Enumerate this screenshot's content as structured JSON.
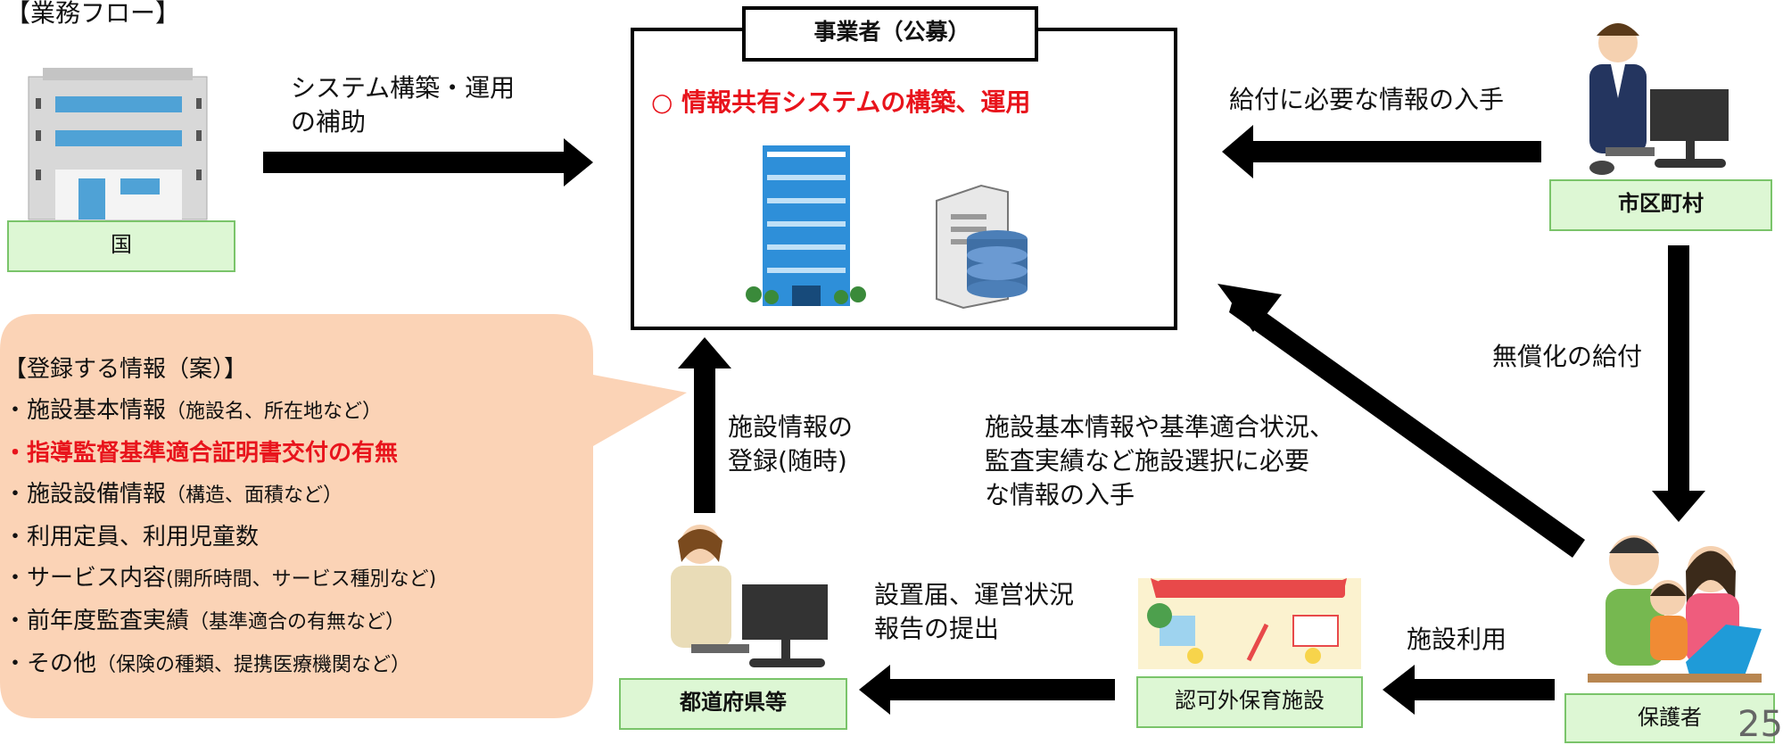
{
  "title": "【業務フロー】",
  "operator": {
    "header": "事業者（公募）",
    "item": "○ 情報共有システムの構築、運用"
  },
  "actors": {
    "national": "国",
    "municipality": "市区町村",
    "prefecture": "都道府県等",
    "facility": "認可外保育施設",
    "guardian": "保護者"
  },
  "flows": {
    "national_to_operator": [
      "システム構築・運用",
      "の補助"
    ],
    "municipality_obtain": "給付に必要な情報の入手",
    "free_benefit": "無償化の給付",
    "prefecture_register": [
      "施設情報の",
      "登録(随時)"
    ],
    "guardian_obtain": [
      "施設基本情報や基準適合状況、",
      "監査実績など施設選択に必要",
      "な情報の入手"
    ],
    "facility_submit": [
      "設置届、運営状況",
      "報告の提出"
    ],
    "facility_use": "施設利用"
  },
  "registration": {
    "heading": "【登録する情報（案）】",
    "items": [
      {
        "main": "・施設基本情報",
        "note": "（施設名、所在地など）",
        "highlight": false
      },
      {
        "main": "・指導監督基準適合証明書交付の有無",
        "note": "",
        "highlight": true
      },
      {
        "main": "・施設設備情報",
        "note": "（構造、面積など）",
        "highlight": false
      },
      {
        "main": "・利用定員、利用児童数",
        "note": "",
        "highlight": false
      },
      {
        "main": "・サービス内容",
        "note": "(開所時間、サービス種別など)",
        "highlight": false
      },
      {
        "main": "・前年度監査実績",
        "note": "（基準適合の有無など）",
        "highlight": false
      },
      {
        "main": "・その他",
        "note": "（保険の種類、提携医療機関など）",
        "highlight": false
      }
    ]
  },
  "page_number": "25",
  "colors": {
    "highlight": "#e8141c",
    "label_fill": "#ddf7d4",
    "label_border": "#7ac46a",
    "bubble": "#fbd3b6",
    "arrow": "#000000"
  }
}
